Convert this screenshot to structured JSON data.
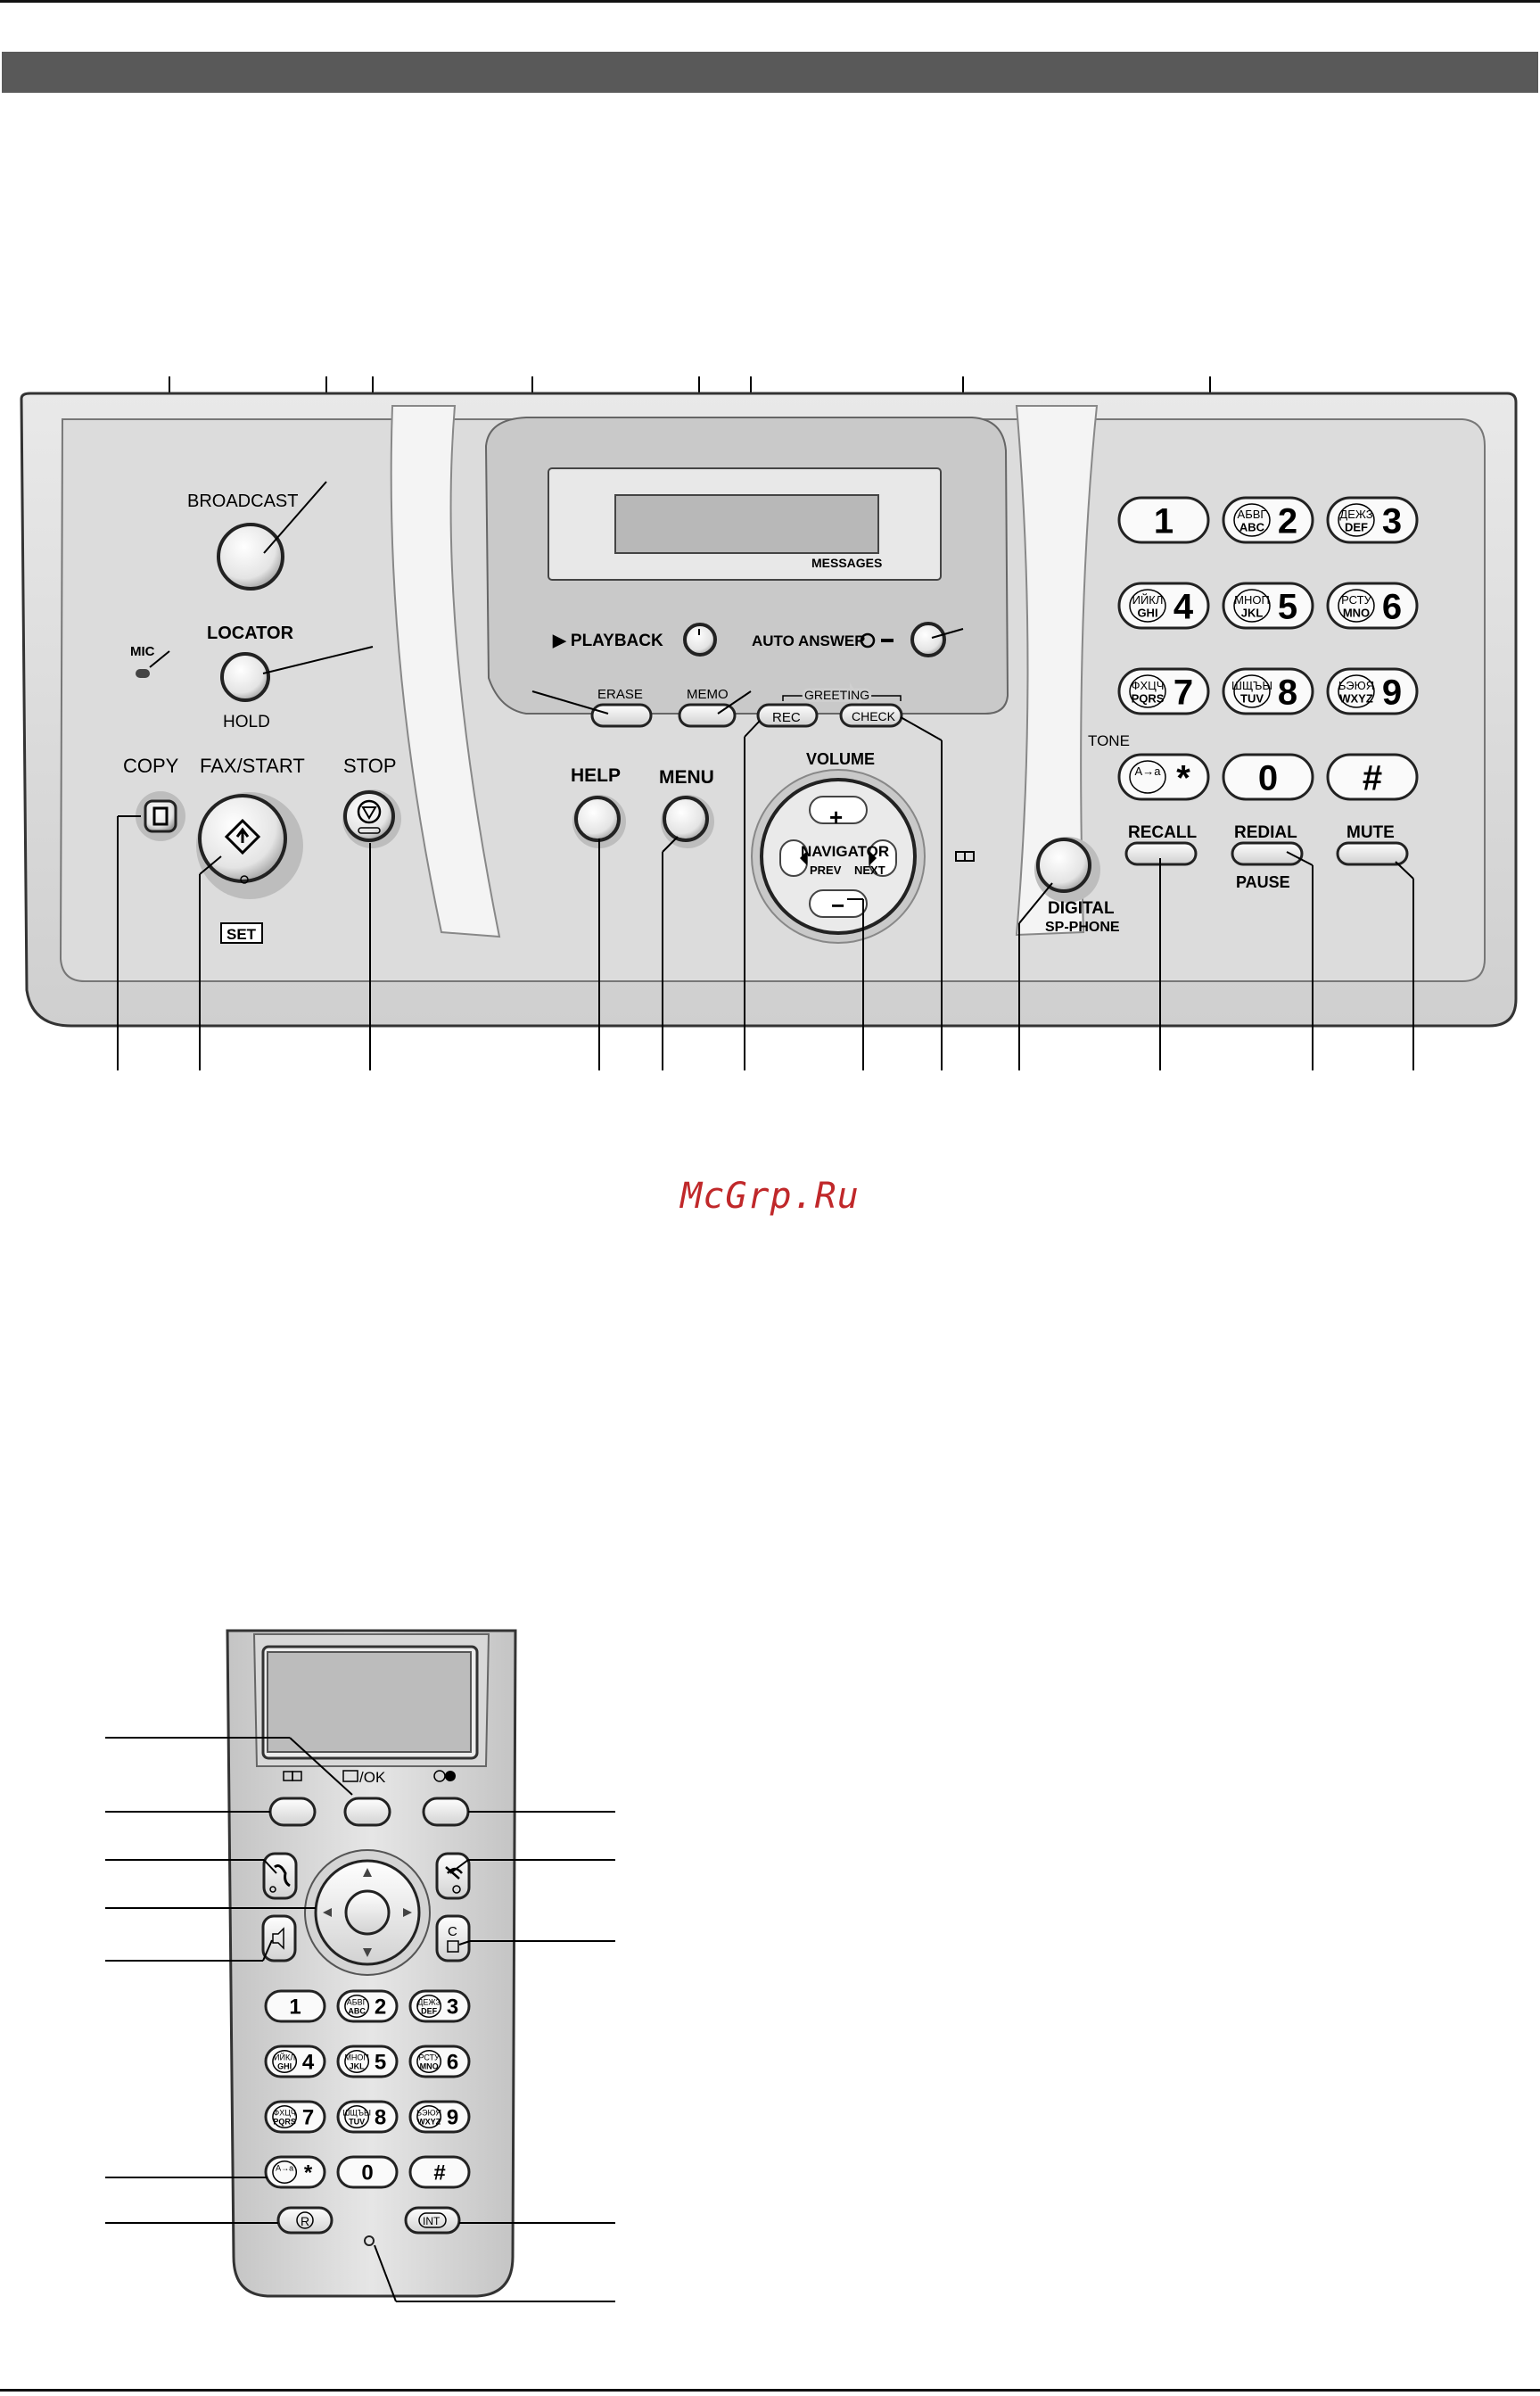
{
  "watermark": "McGrp.Ru",
  "base_unit": {
    "labels": {
      "broadcast": "BROADCAST",
      "mic": "MIC",
      "locator": "LOCATOR",
      "hold": "HOLD",
      "copy": "COPY",
      "fax_start": "FAX/START",
      "set": "SET",
      "stop": "STOP",
      "messages": "MESSAGES",
      "playback": "▶ PLAYBACK",
      "auto_answer": "AUTO ANSWER",
      "erase": "ERASE",
      "memo": "MEMO",
      "greeting": "GREETING",
      "rec": "REC",
      "check": "CHECK",
      "help": "HELP",
      "menu": "MENU",
      "volume": "VOLUME",
      "navigator": "NAVIGATOR",
      "prev": "PREV",
      "next": "NEXT",
      "plus": "+",
      "minus": "−",
      "digital": "DIGITAL",
      "sp_phone": "SP-PHONE",
      "tone": "TONE",
      "recall": "RECALL",
      "redial": "REDIAL",
      "pause": "PAUSE",
      "mute": "MUTE"
    },
    "keypad": [
      {
        "digit": "1",
        "sub_top": "",
        "sub_bottom": ""
      },
      {
        "digit": "2",
        "sub_top": "АБВГ",
        "sub_bottom": "ABC"
      },
      {
        "digit": "3",
        "sub_top": "ДЕЖЗ",
        "sub_bottom": "DEF"
      },
      {
        "digit": "4",
        "sub_top": "ИЙКЛ",
        "sub_bottom": "GHI"
      },
      {
        "digit": "5",
        "sub_top": "МНОП",
        "sub_bottom": "JKL"
      },
      {
        "digit": "6",
        "sub_top": "РСТУ",
        "sub_bottom": "MNO"
      },
      {
        "digit": "7",
        "sub_top": "ФХЦЧ",
        "sub_bottom": "PQRS"
      },
      {
        "digit": "8",
        "sub_top": "ШЩЪЫ",
        "sub_bottom": "TUV"
      },
      {
        "digit": "9",
        "sub_top": "ЬЭЮЯ",
        "sub_bottom": "WXYZ"
      },
      {
        "digit": "*",
        "sub_top": "A→a",
        "sub_bottom": ""
      },
      {
        "digit": "0",
        "sub_top": "",
        "sub_bottom": ""
      },
      {
        "digit": "#",
        "sub_top": "",
        "sub_bottom": ""
      }
    ]
  },
  "handset": {
    "labels": {
      "menu_ok": "/OK",
      "r_key": "R",
      "int_key": "INT",
      "clear_key": "C"
    },
    "keypad": [
      {
        "digit": "1",
        "sub_top": "",
        "sub_bottom": ""
      },
      {
        "digit": "2",
        "sub_top": "АБВГ",
        "sub_bottom": "ABC"
      },
      {
        "digit": "3",
        "sub_top": "ДЕЖЗ",
        "sub_bottom": "DEF"
      },
      {
        "digit": "4",
        "sub_top": "ИЙКЛ",
        "sub_bottom": "GHI"
      },
      {
        "digit": "5",
        "sub_top": "МНОП",
        "sub_bottom": "JKL"
      },
      {
        "digit": "6",
        "sub_top": "РСТУ",
        "sub_bottom": "MNO"
      },
      {
        "digit": "7",
        "sub_top": "ФХЦЧ",
        "sub_bottom": "PQRS"
      },
      {
        "digit": "8",
        "sub_top": "ШЩЪЫ",
        "sub_bottom": "TUV"
      },
      {
        "digit": "9",
        "sub_top": "ЬЭЮЯ",
        "sub_bottom": "WXYZ"
      },
      {
        "digit": "*",
        "sub_top": "A→a",
        "sub_bottom": ""
      },
      {
        "digit": "0",
        "sub_top": "",
        "sub_bottom": ""
      },
      {
        "digit": "#",
        "sub_top": "",
        "sub_bottom": ""
      }
    ]
  }
}
